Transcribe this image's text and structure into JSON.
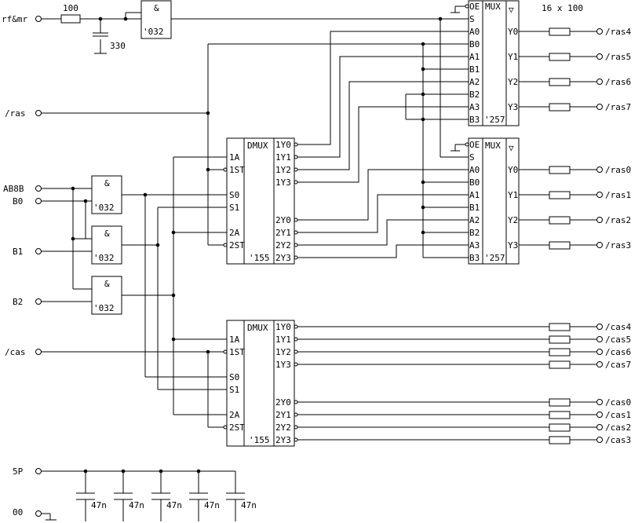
{
  "title": "16 x 100",
  "nets": {
    "rfmr": "rf&mr",
    "ras": "/ras",
    "ab8b": "AB8B",
    "b0": "B0",
    "b1": "B1",
    "b2": "B2",
    "cas": "/cas",
    "p5": "5P",
    "gnd": "00"
  },
  "components": {
    "r_in": "100",
    "c_in": "330",
    "decoupling": "47n",
    "and_symbol": "&",
    "and_part": "'032",
    "dmux_title": "DMUX",
    "dmux_part": "'155",
    "mux_title": "MUX",
    "mux_part": "'257",
    "tristate": "▽"
  },
  "dmux_pins_left": [
    "1A",
    "1ST",
    "S0",
    "S1",
    "2A",
    "2ST"
  ],
  "dmux_pins_right": [
    "1Y0",
    "1Y1",
    "1Y2",
    "1Y3",
    "2Y0",
    "2Y1",
    "2Y2",
    "2Y3"
  ],
  "mux_pins_left": [
    "OE",
    "S",
    "A0",
    "B0",
    "A1",
    "B1",
    "A2",
    "B2",
    "A3",
    "B3"
  ],
  "mux_pins_right": [
    "Y0",
    "Y1",
    "Y2",
    "Y3"
  ],
  "outputs_ras_top": [
    "/ras4",
    "/ras5",
    "/ras6",
    "/ras7"
  ],
  "outputs_ras_bottom": [
    "/ras0",
    "/ras1",
    "/ras2",
    "/ras3"
  ],
  "outputs_cas": [
    "/cas4",
    "/cas5",
    "/cas6",
    "/cas7",
    "/cas0",
    "/cas1",
    "/cas2",
    "/cas3"
  ]
}
